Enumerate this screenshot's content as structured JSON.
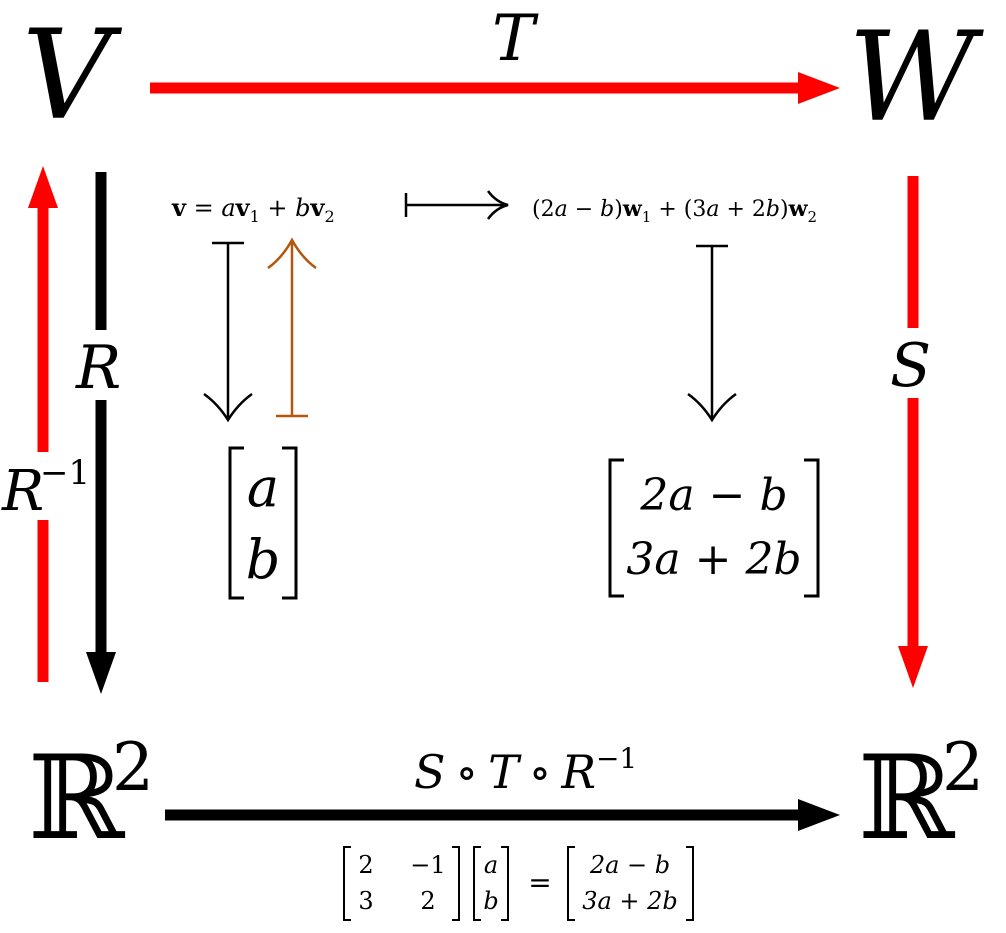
{
  "nodes": {
    "V": "V",
    "W": "W",
    "R2_left_base": "ℝ",
    "R2_left_exp": "2",
    "R2_right_base": "ℝ",
    "R2_right_exp": "2"
  },
  "arrows": {
    "T": "T",
    "R": "R",
    "R_inv_base": "R",
    "R_inv_exp": "−1",
    "S": "S",
    "composite": {
      "S": "S",
      "circ1": "∘",
      "T": "T",
      "circ2": "∘",
      "R": "R",
      "exp": "−1"
    }
  },
  "top_map": {
    "v_bold": "v",
    "eq": " = ",
    "a1": "a",
    "v1": "v",
    "sub1": "1",
    "plus": " + ",
    "b1": "b",
    "v2": "v",
    "sub2": "2",
    "rhs_open": "(2",
    "rhs_a1": "a",
    "rhs_minus": " − ",
    "rhs_b1": "b",
    "rhs_close1": ")",
    "rhs_w1": "w",
    "rhs_wsub1": "1",
    "rhs_plus": " + (3",
    "rhs_a2": "a",
    "rhs_plus2": " + 2",
    "rhs_b2": "b",
    "rhs_close2": ")",
    "rhs_w2": "w",
    "rhs_wsub2": "2"
  },
  "left_vector": {
    "row1": "a",
    "row2": "b"
  },
  "right_vector": {
    "row1": "2a − b",
    "row2": "3a + 2b"
  },
  "matrix_eq": {
    "m11": "2",
    "m12": "−1",
    "m21": "3",
    "m22": "2",
    "v1": "a",
    "v2": "b",
    "eq": "=",
    "r1": "2a − b",
    "r2": "3a + 2b"
  },
  "colors": {
    "red": "#ff0000",
    "black": "#000000",
    "orange": "#b5560e"
  }
}
